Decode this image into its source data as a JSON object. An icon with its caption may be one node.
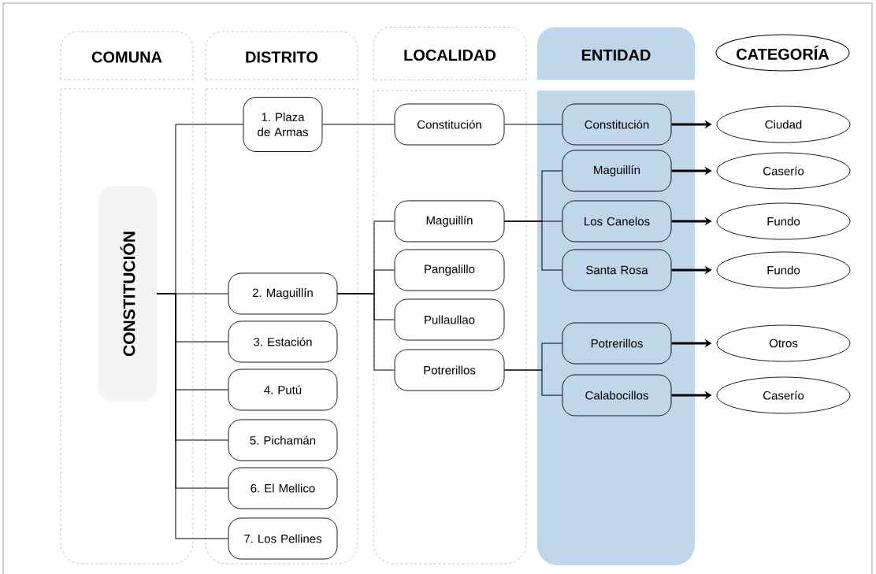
{
  "diagram": {
    "nodes": [
      {
        "text": [
          "COMUNA"
        ]
      },
      {
        "text": [
          "DISTRITO"
        ]
      },
      {
        "text": [
          "LOCALIDAD"
        ]
      },
      {
        "text": [
          "ENTIDAD"
        ]
      },
      {
        "text": [
          "CATEGORÍA"
        ]
      },
      {
        "text": [],
        "shape": "box"
      },
      {
        "text": [
          "CONSTITUCIÓN"
        ],
        "in": 5
      },
      {
        "text": [],
        "shape": "box"
      },
      {
        "text": [
          "1. Plaza de Armas"
        ],
        "in": 7
      },
      {
        "text": [
          "2. Maguillín"
        ],
        "in": 7
      },
      {
        "text": [
          "3. Estación"
        ],
        "in": 7
      },
      {
        "text": [
          "4. Putú"
        ],
        "in": 7
      },
      {
        "text": [
          "5. Pichamán"
        ],
        "in": 7
      },
      {
        "text": [
          "6. El Mellico"
        ],
        "in": 7
      },
      {
        "text": [
          "7. Los Pellines"
        ],
        "in": 7
      },
      {
        "text": [],
        "shape": "box"
      },
      {
        "text": [
          "Constitución"
        ],
        "in": 15
      },
      {
        "text": [
          "Maguillín"
        ],
        "in": 15
      },
      {
        "text": [
          "Pangalillo"
        ],
        "in": 15
      },
      {
        "text": [
          "Pullaullao"
        ],
        "in": 15
      },
      {
        "text": [
          "Potrerillos"
        ],
        "in": 15
      },
      {
        "text": [],
        "shape": "box"
      },
      {
        "text": [
          "Constitución"
        ],
        "in": 21
      },
      {
        "text": [
          "Maguillín"
        ],
        "in": 21
      },
      {
        "text": [
          "Los Canelos"
        ],
        "in": 21
      },
      {
        "text": [
          "Santa Rosa"
        ],
        "in": 21
      },
      {
        "text": [
          "Potrerillos"
        ],
        "in": 21
      },
      {
        "text": [
          "Calabocillos"
        ],
        "in": 21
      },
      {
        "text": [
          "Ciudad"
        ]
      },
      {
        "text": [
          "Caserío"
        ]
      },
      {
        "text": [
          "Fundo"
        ]
      },
      {
        "text": [
          "Fundo"
        ]
      },
      {
        "text": [
          "Otros"
        ]
      },
      {
        "text": [
          "Caserío"
        ]
      }
    ],
    "edges": [
      {
        "from": 6,
        "to": 8,
        "arrow": "none"
      },
      {
        "from": 6,
        "to": 9,
        "arrow": "none"
      },
      {
        "from": 6,
        "to": 10,
        "arrow": "none"
      },
      {
        "from": 6,
        "to": 11,
        "arrow": "none"
      },
      {
        "from": 6,
        "to": 12,
        "arrow": "none"
      },
      {
        "from": 6,
        "to": 13,
        "arrow": "none"
      },
      {
        "from": 6,
        "to": 14,
        "arrow": "none"
      },
      {
        "from": 8,
        "to": 16,
        "arrow": "none"
      },
      {
        "from": 9,
        "to": 17,
        "arrow": "none"
      },
      {
        "from": 9,
        "to": 18,
        "arrow": "none"
      },
      {
        "from": 9,
        "to": 19,
        "arrow": "none"
      },
      {
        "from": 9,
        "to": 20,
        "arrow": "none"
      },
      {
        "from": 16,
        "to": 22,
        "arrow": "none"
      },
      {
        "from": 17,
        "to": 23,
        "arrow": "none"
      },
      {
        "from": 17,
        "to": 24,
        "arrow": "none"
      },
      {
        "from": 17,
        "to": 25,
        "arrow": "none"
      },
      {
        "from": 20,
        "to": 26,
        "arrow": "none"
      },
      {
        "from": 20,
        "to": 27,
        "arrow": "none"
      },
      {
        "from": 22,
        "to": 28,
        "arrow": "to",
        "style": "thick"
      },
      {
        "from": 23,
        "to": 29,
        "arrow": "to",
        "style": "thick"
      },
      {
        "from": 24,
        "to": 30,
        "arrow": "to",
        "style": "thick"
      },
      {
        "from": 25,
        "to": 31,
        "arrow": "to",
        "style": "thick"
      },
      {
        "from": 26,
        "to": 32,
        "arrow": "to",
        "style": "thick"
      },
      {
        "from": 27,
        "to": 33,
        "arrow": "to",
        "style": "thick"
      }
    ]
  }
}
